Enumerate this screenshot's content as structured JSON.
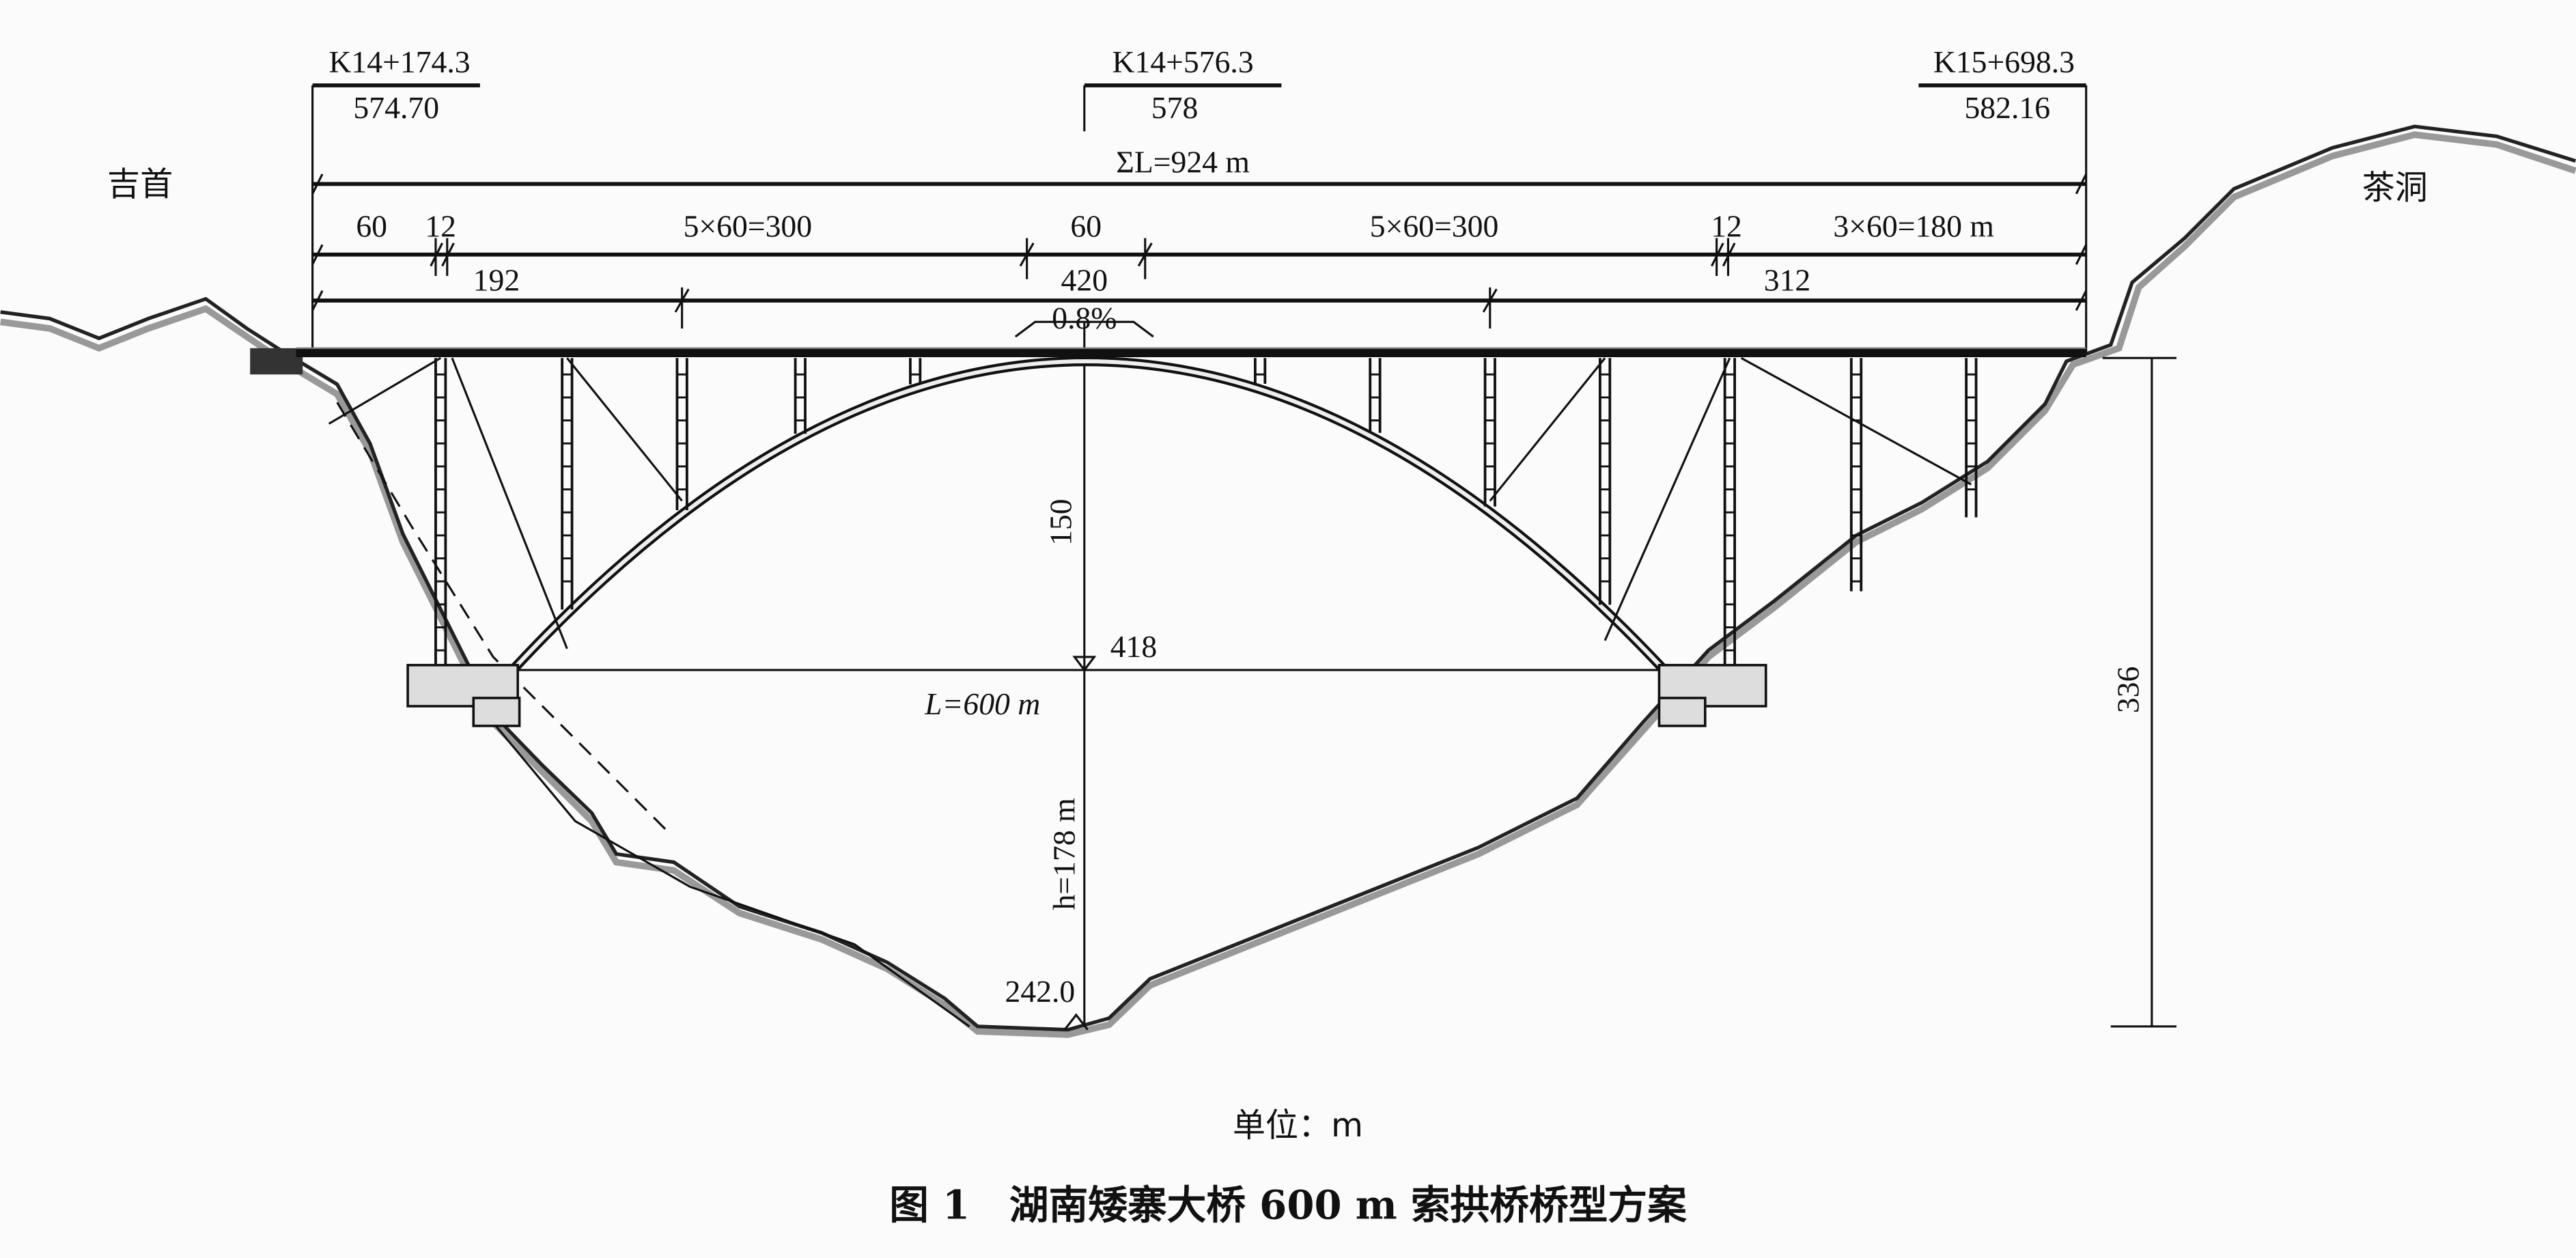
{
  "stations": [
    {
      "chainage": "K14+174.3",
      "elevation": "574.70"
    },
    {
      "chainage": "K14+576.3",
      "elevation": "578"
    },
    {
      "chainage": "K15+698.3",
      "elevation": "582.16"
    }
  ],
  "places": {
    "left": "吉首",
    "right": "茶洞"
  },
  "dimensions": {
    "total": "ΣL=924 m",
    "spans": [
      "60",
      "12",
      "5×60=300",
      "60",
      "5×60=300",
      "12",
      "3×60=180 m"
    ],
    "segments": [
      "192",
      "420",
      "312"
    ],
    "grade": "0.8%",
    "rise": "150",
    "tie_elevation": "418",
    "span": "L=600 m",
    "clearance": "h=178 m",
    "valley_elevation": "242.0",
    "total_height": "336"
  },
  "unit_label": "单位：m",
  "caption": "图 1　湖南矮寨大桥 600 m 索拱桥桥型方案"
}
